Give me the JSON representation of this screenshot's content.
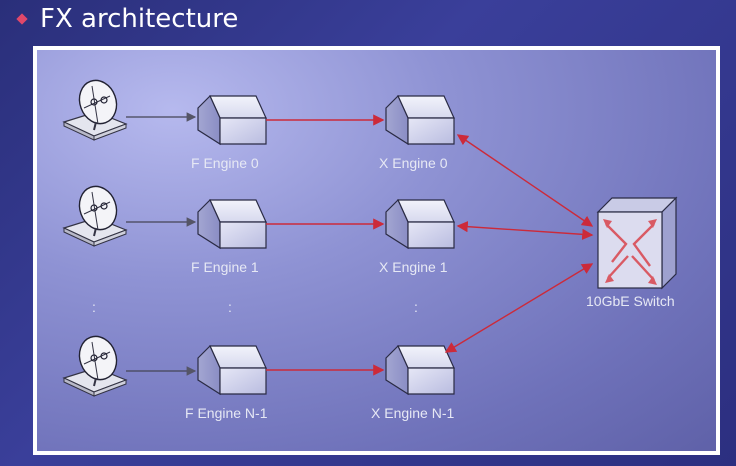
{
  "title": "FX architecture",
  "colors": {
    "bullet": "#e0486a",
    "link_red": "#cc2a3a",
    "antenna_line": "#444455",
    "label": "#e6e8f4"
  },
  "f_engines": [
    "F Engine 0",
    "F Engine 1",
    "F Engine N-1"
  ],
  "x_engines": [
    "X Engine 0",
    "X Engine 1",
    "X Engine N-1"
  ],
  "switch_label": "10GbE Switch",
  "ellipsis": ":"
}
